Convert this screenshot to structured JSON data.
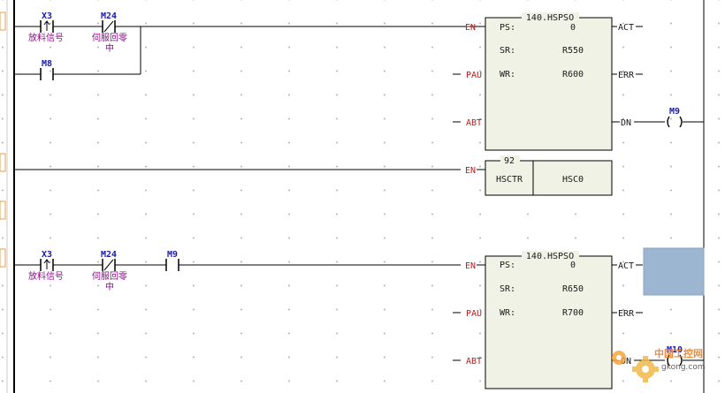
{
  "rung1": {
    "contacts": [
      {
        "address": "X3",
        "comment": "放料信号",
        "type": "rising-edge"
      },
      {
        "address": "M24",
        "comment": "伺服回零",
        "comment2": "中",
        "type": "normally-closed"
      },
      {
        "address": "M8",
        "type": "normally-open"
      }
    ],
    "block": {
      "name": "140.HSPSO",
      "inputs": [
        "EN",
        "PAU",
        "ABT"
      ],
      "outputs": [
        "ACT",
        "ERR",
        "DN"
      ],
      "params": [
        {
          "label": "PS:",
          "value": "0"
        },
        {
          "label": "SR:",
          "value": "R550"
        },
        {
          "label": "WR:",
          "value": "R600"
        }
      ]
    },
    "coil": {
      "address": "M9"
    }
  },
  "rung2": {
    "input": "EN",
    "block": {
      "number": "92",
      "name": "HSCTR",
      "operand": "HSC0"
    }
  },
  "rung3": {
    "contacts": [
      {
        "address": "X3",
        "comment": "放料信号",
        "type": "rising-edge"
      },
      {
        "address": "M24",
        "comment": "伺服回零",
        "comment2": "中",
        "type": "normally-closed"
      },
      {
        "address": "M9",
        "type": "normally-open"
      }
    ],
    "block": {
      "name": "140.HSPSO",
      "inputs": [
        "EN",
        "PAU",
        "ABT"
      ],
      "outputs": [
        "ACT",
        "ERR",
        "DN"
      ],
      "params": [
        {
          "label": "PS:",
          "value": "0"
        },
        {
          "label": "SR:",
          "value": "R650"
        },
        {
          "label": "WR:",
          "value": "R700"
        }
      ]
    },
    "coil": {
      "address": "M10"
    }
  },
  "watermark": {
    "line1": "中国工控网",
    "line2": "gkong.com"
  },
  "colors": {
    "rung": "#000000",
    "address": "#1a1aa8",
    "comment": "#8a0a8a",
    "pin": "#c41818",
    "block_fill": "#f1f2e6",
    "selection": "#9cb5d0"
  }
}
